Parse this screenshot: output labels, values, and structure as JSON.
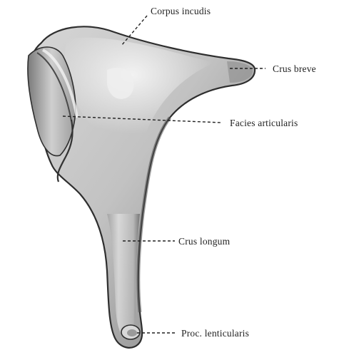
{
  "labels": {
    "corpus_incudis": "Corpus incudis",
    "crus_breve": "Crus breve",
    "facies_articularis": "Facies articularis",
    "crus_longum": "Crus longum",
    "proc_lenticularis": "Proc. lenticularis"
  },
  "colors": {
    "bone_light": "#e8e8e8",
    "bone_mid": "#a8a8a8",
    "bone_dark": "#3a3a3a",
    "ink": "#222222"
  }
}
